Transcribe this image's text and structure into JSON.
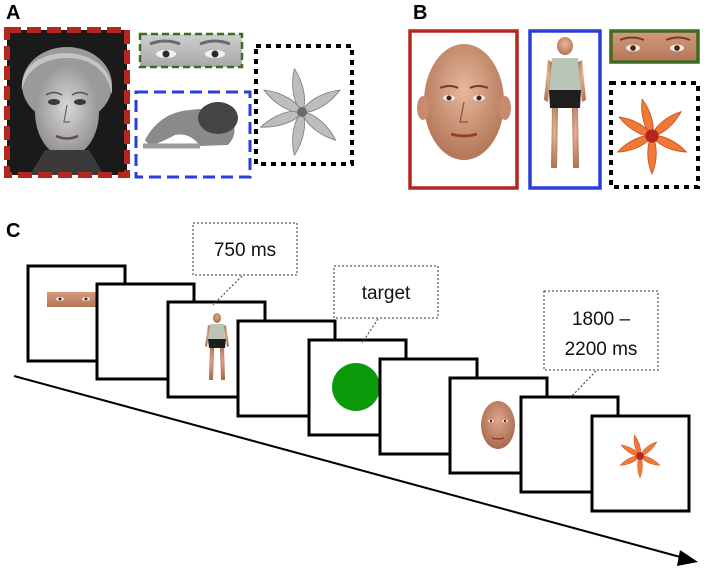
{
  "panels": {
    "a": {
      "letter": "A"
    },
    "b": {
      "letter": "B"
    },
    "c": {
      "letter": "C"
    }
  },
  "callouts": {
    "duration_750": "750 ms",
    "target": "target",
    "iti_line1": "1800 –",
    "iti_line2": "2200 ms"
  },
  "colors": {
    "face_frame": "#b5261e",
    "body_frame": "#2a3fd6",
    "eyes_frame": "#3f6b1e",
    "flower_frame": "#000000",
    "target_dot": "#0a9a0a",
    "flower_petal": "#ee6a2a"
  },
  "icons": [
    "grayscale-face-icon",
    "grayscale-eyes-icon",
    "grayscale-body-icon",
    "grayscale-flower-icon",
    "avatar-face-icon",
    "avatar-body-icon",
    "avatar-eyes-icon",
    "orange-flower-icon",
    "green-target-dot",
    "timeline-arrow"
  ]
}
